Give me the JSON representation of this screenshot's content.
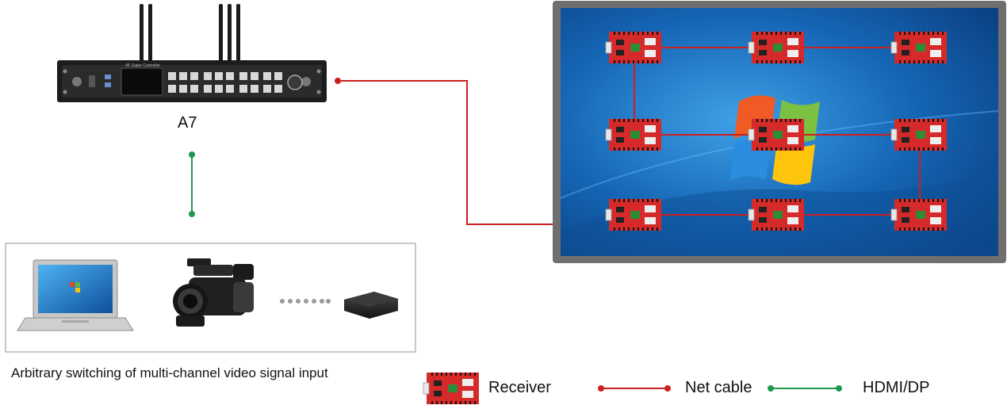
{
  "controller": {
    "model": "A7",
    "panel_text": "4K Super Controller"
  },
  "sources": {
    "caption": "Arbitrary switching of multi-channel video signal input"
  },
  "legend": {
    "receiver": "Receiver",
    "net_cable": "Net cable",
    "hdmi": "HDMI/DP"
  },
  "colors": {
    "net_cable": "#cc1f1f",
    "hdmi": "#1f9a4d",
    "receiver_board": "#d62a2a",
    "screen_frame": "#6f6f6f",
    "screen_blue": "#1565b5"
  },
  "screen": {
    "receivers": [
      {
        "id": "r1"
      },
      {
        "id": "r2"
      },
      {
        "id": "r3"
      },
      {
        "id": "r4"
      },
      {
        "id": "r5"
      },
      {
        "id": "r6"
      },
      {
        "id": "r7"
      },
      {
        "id": "r8"
      },
      {
        "id": "r9"
      }
    ]
  }
}
